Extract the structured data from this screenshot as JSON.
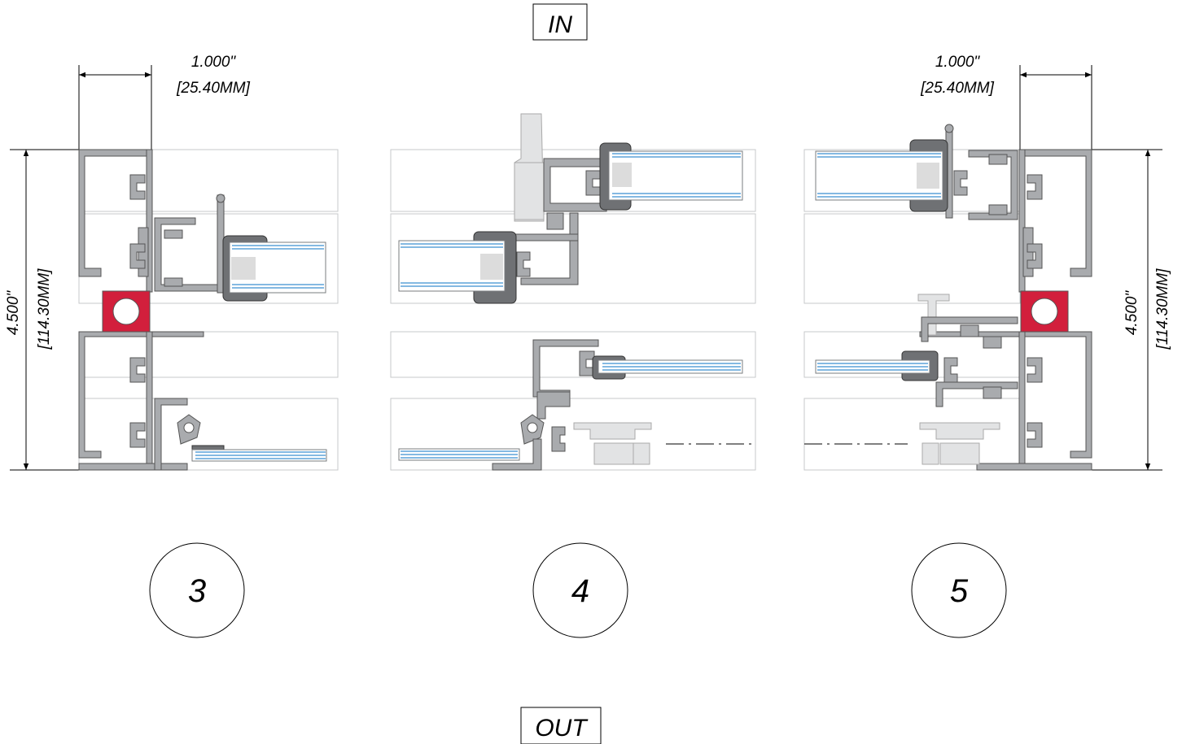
{
  "labels": {
    "in": "IN",
    "out": "OUT"
  },
  "dimensions": {
    "left_width_in": "1.000\"",
    "left_width_mm": "[25.40MM]",
    "left_height_in": "4.500\"",
    "left_height_mm": "[114.30MM]",
    "right_width_in": "1.000\"",
    "right_width_mm": "[25.40MM]",
    "right_height_in": "4.500\"",
    "right_height_mm": "[114.30MM]"
  },
  "details": [
    {
      "number": "3"
    },
    {
      "number": "4"
    },
    {
      "number": "5"
    }
  ],
  "colors": {
    "aluminum": "#a9abae",
    "thermal_break": "#d21f3c",
    "glass_line": "#3a8fd0",
    "gasket": "#6f7174"
  }
}
